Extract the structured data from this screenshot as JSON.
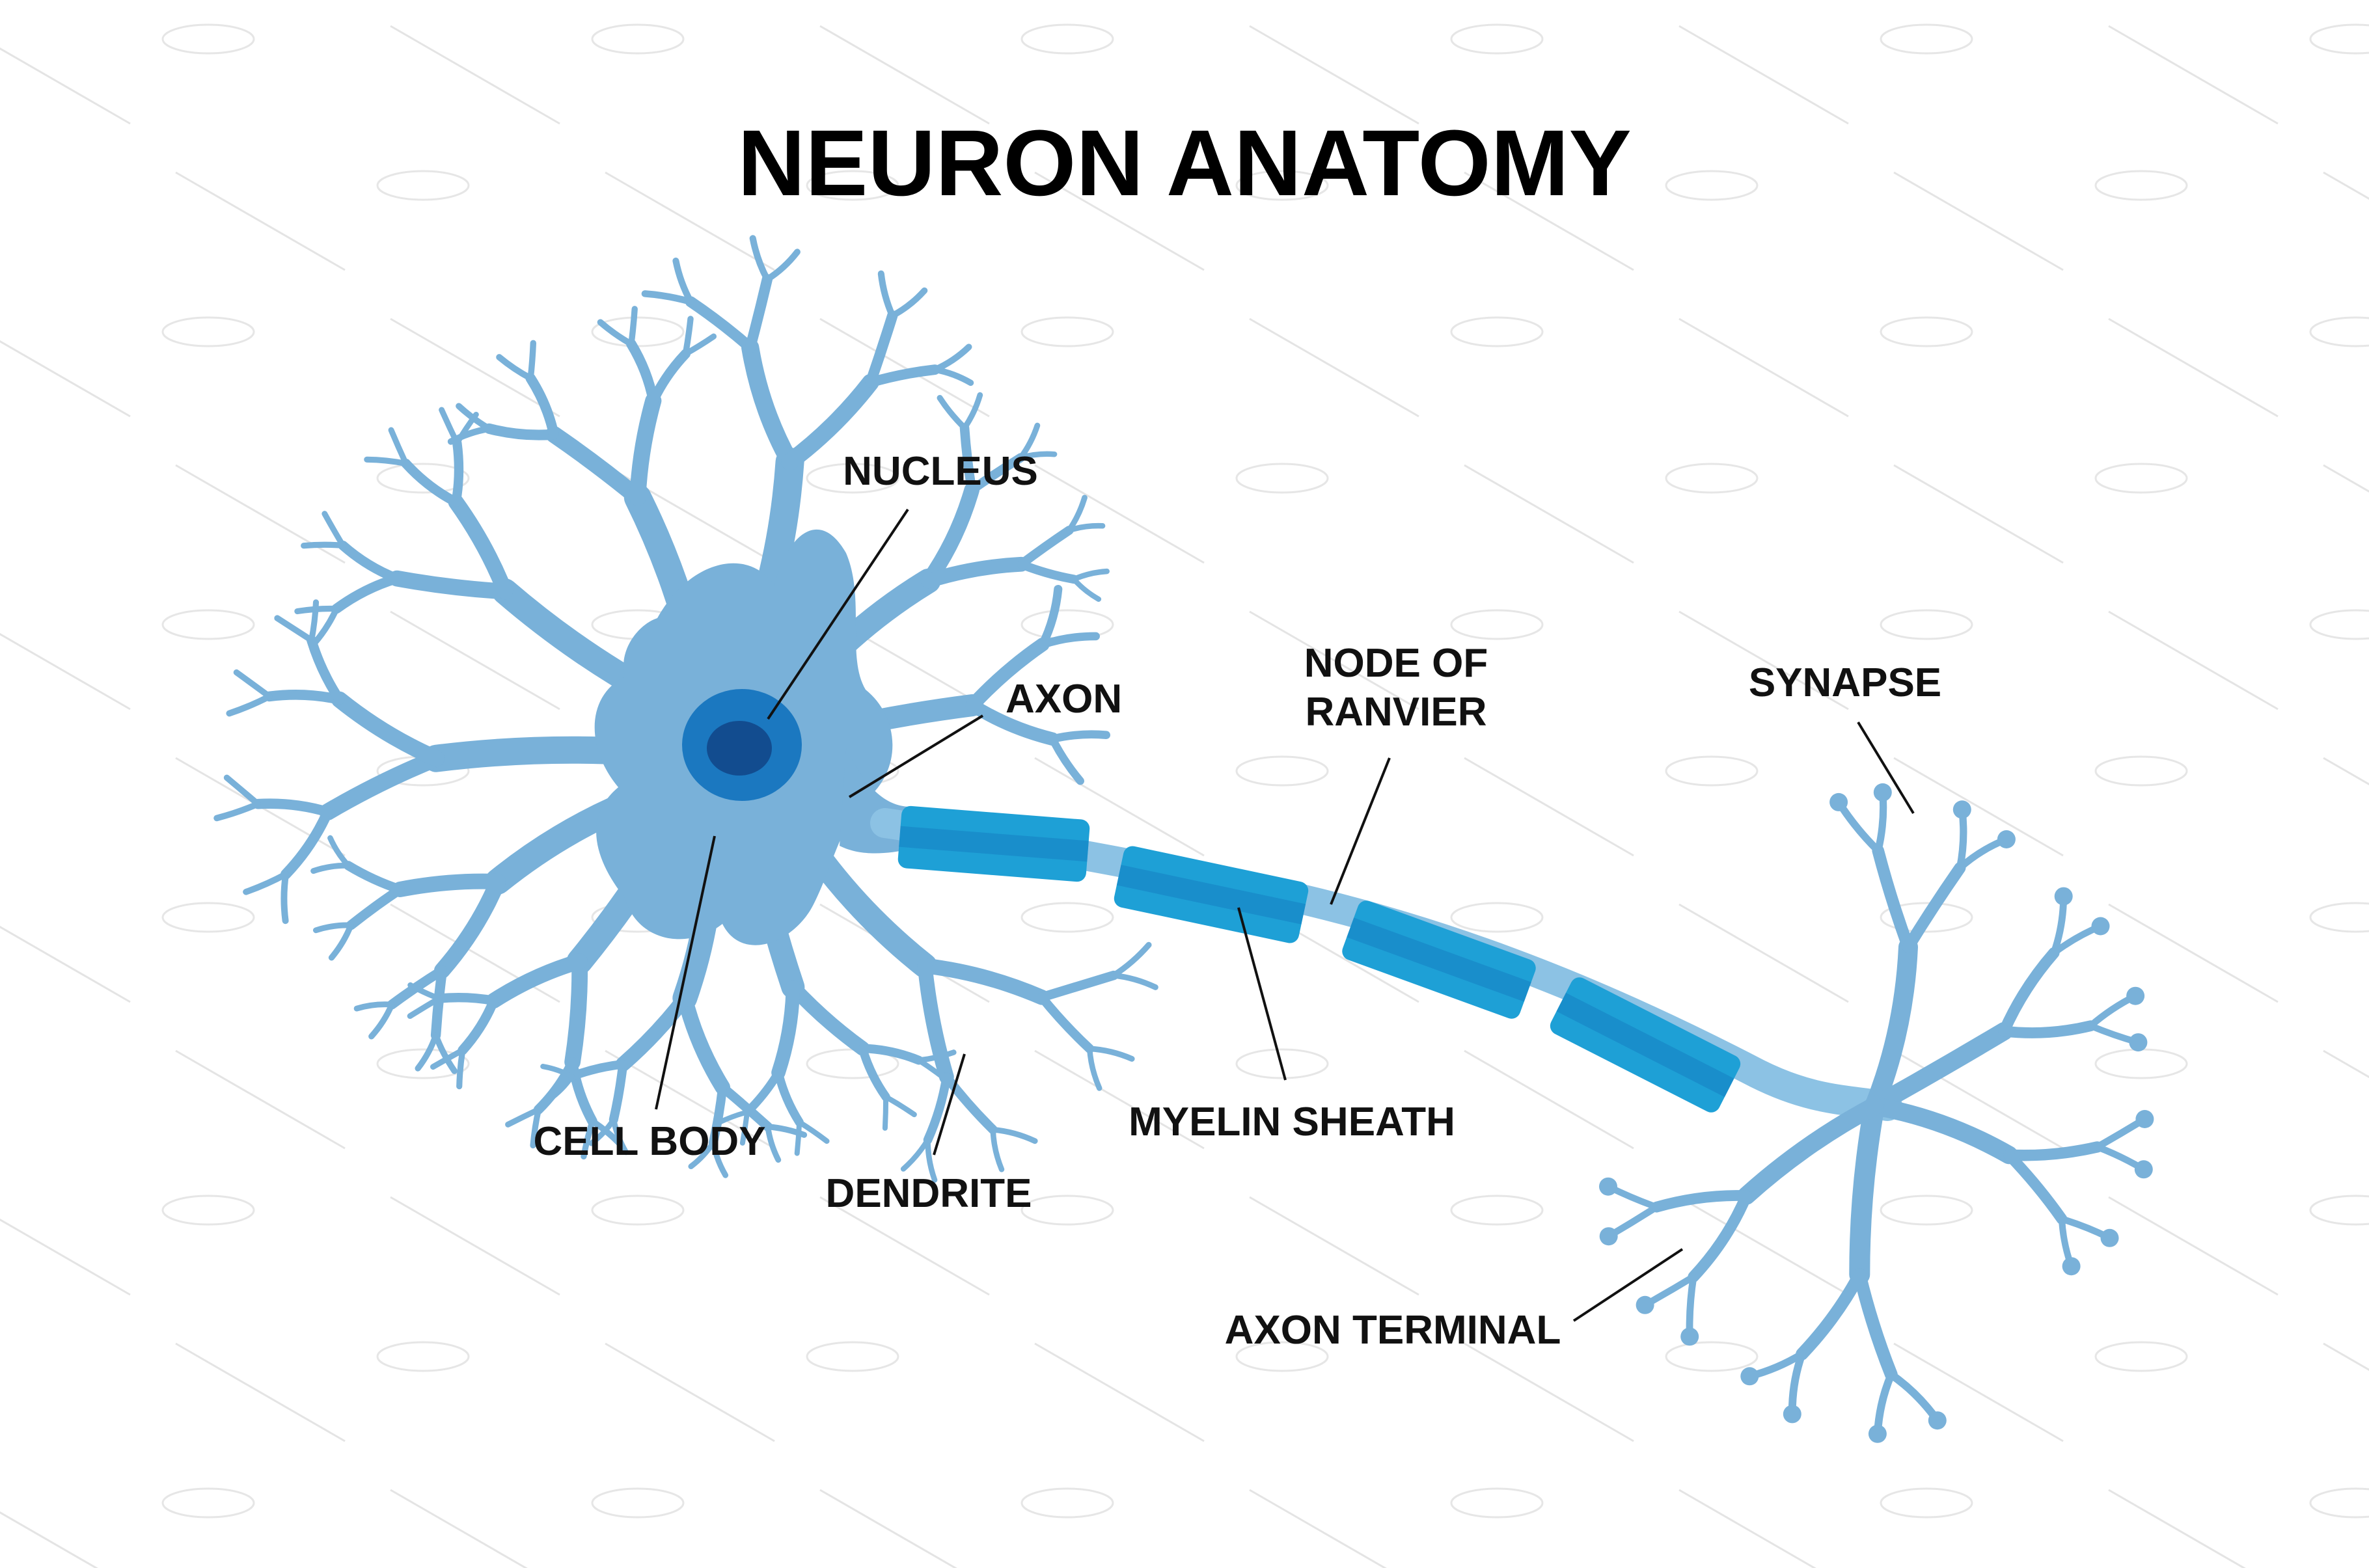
{
  "title": "NEURON ANATOMY",
  "labels": {
    "nucleus": "NUCLEUS",
    "axon": "AXON",
    "node_of_ranvier_line1": "NODE OF",
    "node_of_ranvier_line2": "RANVIER",
    "synapse": "SYNAPSE",
    "cell_body": "CELL BODY",
    "dendrite": "DENDRITE",
    "myelin_sheath": "MYELIN SHEATH",
    "axon_terminal": "AXON TERMINAL"
  },
  "colors": {
    "neuron_light": "#79b1d9",
    "nucleus_outer": "#1b78c0",
    "nucleus_inner": "#124c8f",
    "myelin": "#1ea0d6",
    "myelin_stripe": "#1580c2",
    "axon_shaft": "#8cc2e4",
    "text": "#111111"
  },
  "icons": {
    "watermark": "creative-market-watermark"
  }
}
